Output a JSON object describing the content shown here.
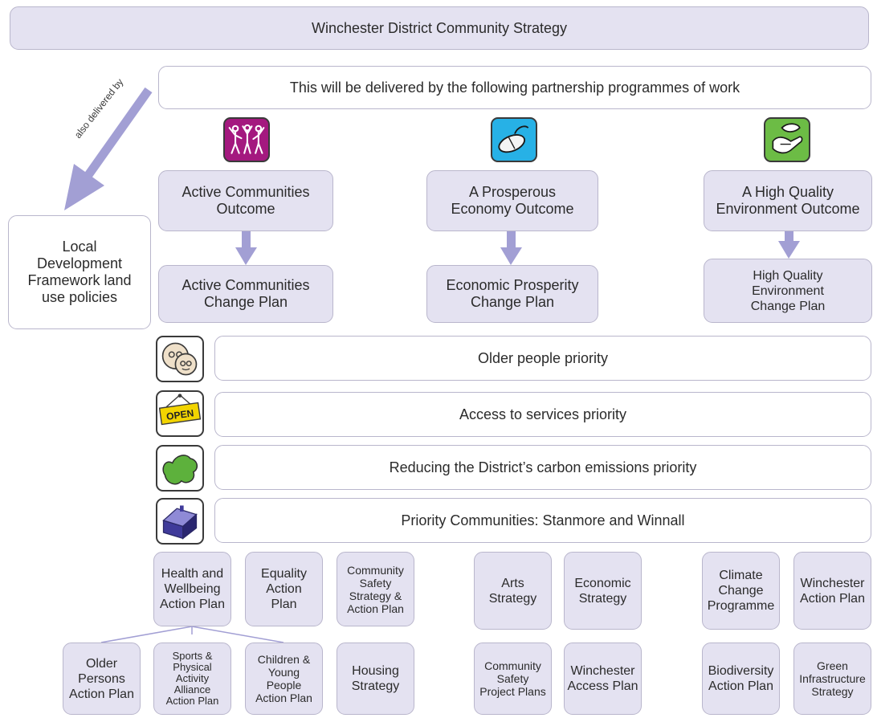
{
  "title": "Winchester District Community Strategy",
  "delivery_note": "This will be delivered by the following partnership programmes of work",
  "also_delivered_label": "also delivered by",
  "ldf_box": "Local\nDevelopment\nFramework land\nuse policies",
  "outcomes": [
    {
      "icon": "active-people-icon",
      "outcome": "Active Communities\nOutcome",
      "plan": "Active Communities\nChange Plan"
    },
    {
      "icon": "computer-mouse-icon",
      "outcome": "A Prosperous\nEconomy Outcome",
      "plan": "Economic Prosperity\nChange Plan"
    },
    {
      "icon": "leaf-hand-icon",
      "outcome": "A High Quality\nEnvironment Outcome",
      "plan": "High Quality\nEnvironment\nChange Plan"
    }
  ],
  "priorities": [
    {
      "icon": "older-people-faces-icon",
      "label": "Older people priority"
    },
    {
      "icon": "open-sign-icon",
      "label": "Access to services priority"
    },
    {
      "icon": "green-footprint-icon",
      "label": "Reducing the District’s carbon emissions priority"
    },
    {
      "icon": "house-icon",
      "label": "Priority Communities: Stanmore and Winnall"
    }
  ],
  "open_sign_text": "OPEN",
  "strategies": {
    "health": "Health and\nWellbeing\nAction Plan",
    "equality": "Equality\nAction\nPlan",
    "community_safety": "Community\nSafety\nStrategy &\nAction Plan",
    "arts": "Arts\nStrategy",
    "economic": "Economic\nStrategy",
    "climate": "Climate\nChange\nProgramme",
    "winchester_action": "Winchester\nAction Plan",
    "older_persons": "Older\nPersons\nAction Plan",
    "sports": "Sports &\nPhysical\nActivity\nAlliance\nAction Plan",
    "children": "Children &\nYoung\nPeople\nAction Plan",
    "housing": "Housing\nStrategy",
    "community_safety_project": "Community\nSafety\nProject Plans",
    "winchester_access": "Winchester\nAccess Plan",
    "biodiversity": "Biodiversity\nAction Plan",
    "green_infrastructure": "Green\nInfrastructure\nStrategy"
  },
  "colors": {
    "box_fill": "#e4e2f1",
    "box_border": "#b9b6cc",
    "arrow": "#a29fd4",
    "active_icon_bg": "#a4197f",
    "economy_icon_bg": "#27b1e6",
    "environment_icon_bg": "#6cbc45"
  }
}
